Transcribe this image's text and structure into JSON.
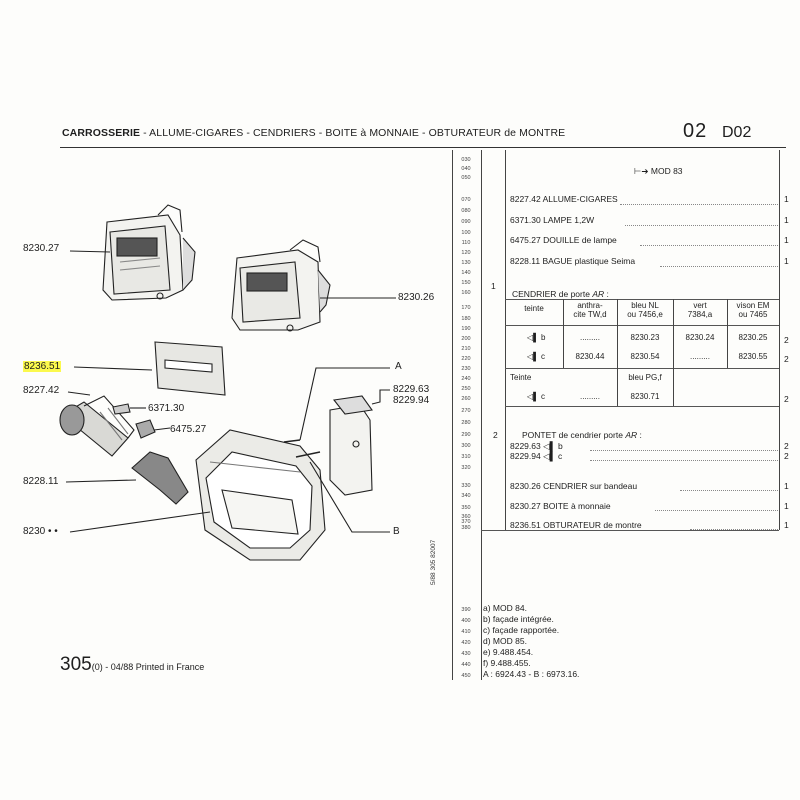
{
  "header": {
    "title_bold": "CARROSSERIE",
    "title_rest": " - ALLUME-CIGARES - CENDRIERS - BOITE à MONNAIE - OBTURATEUR de MONTRE",
    "page_number": "02",
    "section": "D02"
  },
  "callouts": {
    "c8230_27": "8230.27",
    "c8230_26": "8230.26",
    "c8236_51": "8236.51",
    "c8227_42": "8227.42",
    "c6371_30": "6371.30",
    "c6475_27": "6475.27",
    "c8228_11": "8228.11",
    "c8230": "8230 • •",
    "cA": "A",
    "cB": "B",
    "c8229_63": "8229.63",
    "c8229_94": "8229.94"
  },
  "line_numbers": [
    "030",
    "040",
    "050",
    "070",
    "080",
    "090",
    "100",
    "110",
    "120",
    "130",
    "140",
    "150",
    "160",
    "170",
    "180",
    "190",
    "200",
    "210",
    "220",
    "230",
    "240",
    "250",
    "260",
    "270",
    "280",
    "290",
    "300",
    "310",
    "320",
    "330",
    "340",
    "350",
    "360",
    "370",
    "380"
  ],
  "line_numbers_bottom": [
    "390",
    "400",
    "410",
    "420",
    "430",
    "440",
    "450"
  ],
  "parts_list": {
    "mod_header": "MOD 83",
    "rows": [
      {
        "text": "8227.42 ALLUME-CIGARES",
        "qty": "1"
      },
      {
        "text": "6371.30 LAMPE 1,2W",
        "qty": "1"
      },
      {
        "text": "6475.27 DOUILLE de lampe",
        "qty": "1"
      },
      {
        "text": "8228.11 BAGUE plastique Seima",
        "qty": "1"
      }
    ],
    "group1_mark": "1",
    "cendrier_title": "CENDRIER de porte",
    "cendrier_mark": "AR",
    "table_headers": [
      "teinte",
      "anthra-\ncite TW,d",
      "bleu NL\nou 7456,e",
      "vert\n7384,a",
      "vison EM\nou 7465"
    ],
    "table_rows": [
      {
        "label": "b",
        "values": [
          "",
          "8230.23",
          "8230.24",
          "8230.25"
        ],
        "qty": "2"
      },
      {
        "label": "c",
        "values": [
          "8230.44",
          "8230.54",
          "",
          "8230.55"
        ],
        "qty": "2"
      }
    ],
    "teinte2_label": "Teinte",
    "teinte2_header": "bleu PG,f",
    "teinte2_row": {
      "label": "c",
      "value": "8230.71",
      "qty": "2"
    },
    "group2_mark": "2",
    "pontet_title": "PONTET de cendrier porte",
    "pontet_mark": "AR",
    "pontet_rows": [
      {
        "code": "8229.63",
        "label": "b",
        "qty": "2"
      },
      {
        "code": "8229.94",
        "label": "c",
        "qty": "2"
      }
    ],
    "misc_rows": [
      {
        "text": "8230.26 CENDRIER sur bandeau",
        "qty": "1"
      },
      {
        "text": "8230.27 BOITE à monnaie",
        "qty": "1"
      },
      {
        "text": "8236.51 OBTURATEUR de montre",
        "qty": "1"
      }
    ]
  },
  "notes": [
    "a)  MOD 84.",
    "b) façade intégrée.",
    "c) façade rapportée.",
    "d)  MOD 85.",
    "e)  9.488.454.",
    "f)  9.488.455.",
    "A : 6924.43 - B : 6973.16."
  ],
  "footer": {
    "number": "305",
    "text": "(0) - 04/88 Printed in France",
    "vertical_ref": "5/88  305  82007"
  },
  "colors": {
    "highlight": "#fbf94d",
    "ink": "#1e1e1e",
    "paper": "#fdfdfb"
  }
}
